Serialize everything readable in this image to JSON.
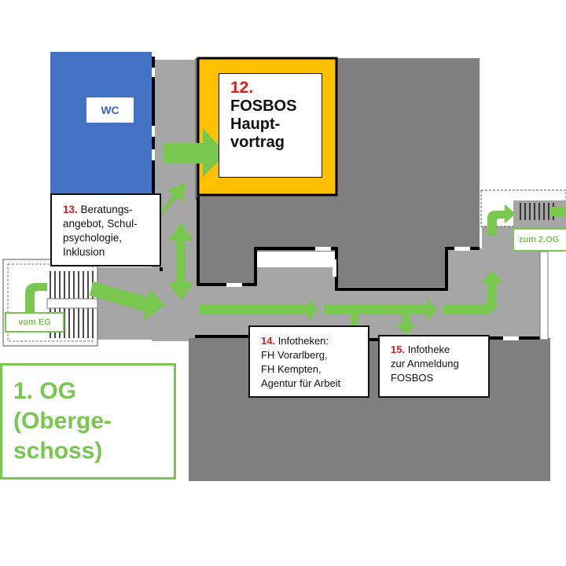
{
  "map": {
    "floor_label": [
      "1. OG",
      "(Oberge-",
      "schoss)"
    ],
    "rooms": {
      "wc": "WC",
      "main_talk": {
        "number": "12.",
        "title_lines": [
          "FOSBOS",
          "Haupt-",
          "vortrag"
        ]
      },
      "counseling": {
        "number": "13.",
        "first_line": " Beratungs-",
        "lines": [
          "angebot, Schul-",
          "psychologie,",
          "Inklusion"
        ]
      },
      "info_desks": {
        "number": "14.",
        "first_line": " Infotheken:",
        "lines": [
          "FH Vorarlberg,",
          "FH Kempten,",
          "Agentur für Arbeit"
        ]
      },
      "registration": {
        "number": "15.",
        "first_line": " Infotheke",
        "lines": [
          "zur Anmeldung",
          "FOSBOS"
        ]
      }
    },
    "stair_tags": {
      "from_ground": "vom EG",
      "to_second": "zum 2.OG"
    },
    "colors": {
      "route_green": "#7ac74f",
      "wc_blue": "#4472c4",
      "highlight_orange": "#ffc000",
      "corridor_gray": "#a6a6a6",
      "room_gray": "#7f7f7f",
      "number_red": "#e01b1b"
    }
  }
}
